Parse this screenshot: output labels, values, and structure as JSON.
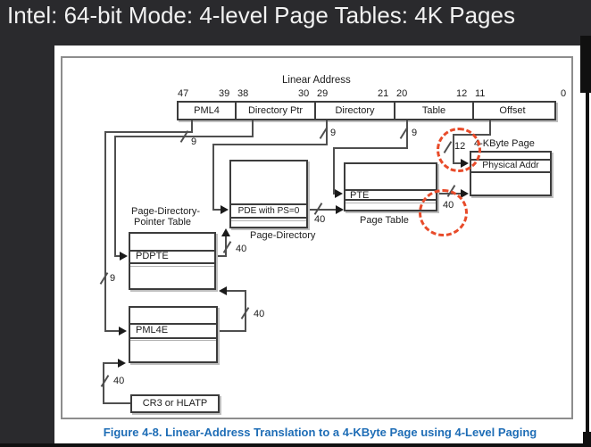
{
  "window": {
    "title": "Intel: 64-bit Mode: 4-level Page Tables: 4K Pages"
  },
  "figure": {
    "caption": "Figure 4-8.  Linear-Address Translation to a 4-KByte Page using 4-Level Paging"
  },
  "linear_address": {
    "title": "Linear Address",
    "bits": {
      "b47": "47",
      "b39": "39",
      "b38": "38",
      "b30": "30",
      "b29": "29",
      "b21": "21",
      "b20": "20",
      "b12": "12",
      "b11": "11",
      "b0": "0"
    },
    "fields": {
      "pml4": "PML4",
      "directory_ptr": "Directory Ptr",
      "directory": "Directory",
      "table": "Table",
      "offset": "Offset"
    }
  },
  "tables": {
    "pdpt_label_line1": "Page-Directory-",
    "pdpt_label_line2": "Pointer Table",
    "pdpte_entry": "PDPTE",
    "pde_entry": "PDE with PS=0",
    "page_directory_label": "Page-Directory",
    "pte_entry": "PTE",
    "page_table_label": "Page Table",
    "pml4e_entry": "PML4E",
    "cr3": "CR3 or HLATP",
    "page_label": "4-KByte Page",
    "physical_addr": "Physical Addr"
  },
  "bus_widths": {
    "pml4_index": "9",
    "directory_ptr_index": "9",
    "directory_index": "9",
    "table_index": "9",
    "offset_bits": "12",
    "cr3_base": "40",
    "pml4e_out": "40",
    "pdpte_out": "40",
    "pde_out": "40",
    "pte_out": "40"
  },
  "colors": {
    "background": "#2a2a2d",
    "caption_blue": "#1e6db6",
    "annotation_red": "#e84b2a",
    "line_gray": "#4f4f4f"
  }
}
